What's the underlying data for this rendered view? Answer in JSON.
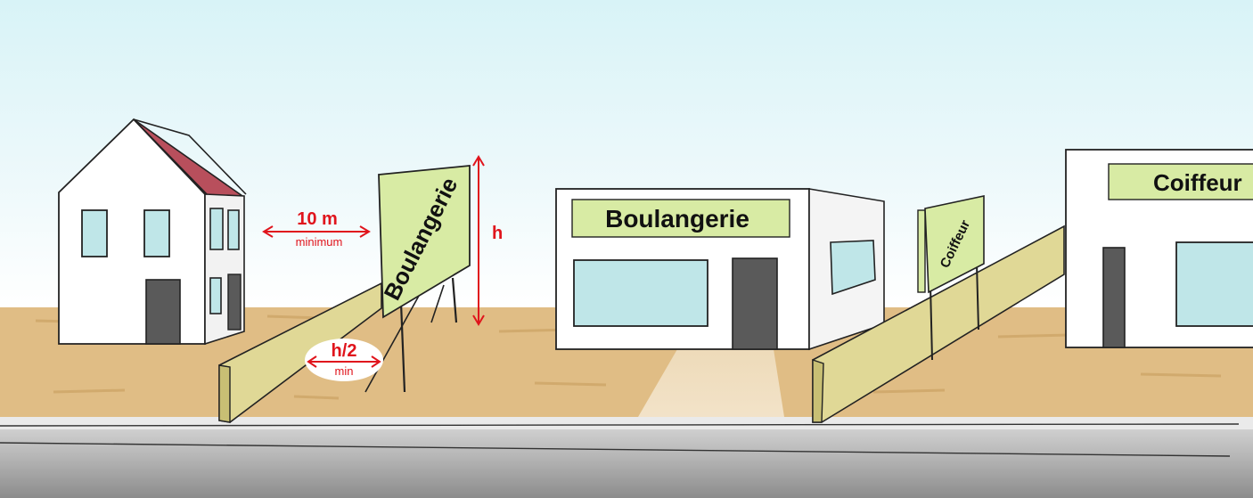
{
  "signs": {
    "billboard_text": "Boulangerie",
    "bakery_fascia_text": "Boulangerie",
    "small_sign_text": "Coiffeur",
    "hairdresser_fascia_text": "Coiffeur"
  },
  "annotations": {
    "distance_value": "10 m",
    "distance_qualifier": "minimum",
    "height_label": "h",
    "setback_value": "h/2",
    "setback_qualifier": "min"
  },
  "colors": {
    "sky_top": "#d8f3f7",
    "sky_bottom": "#ffffff",
    "ground": "#e0bd85",
    "sign_green": "#d8eba4",
    "wall_tan": "#e0d896",
    "roof": "#b84f5c",
    "window": "#bfe6e8",
    "door": "#5a5a5a",
    "annotation_red": "#e0141c",
    "road": "#a9a9a9"
  }
}
